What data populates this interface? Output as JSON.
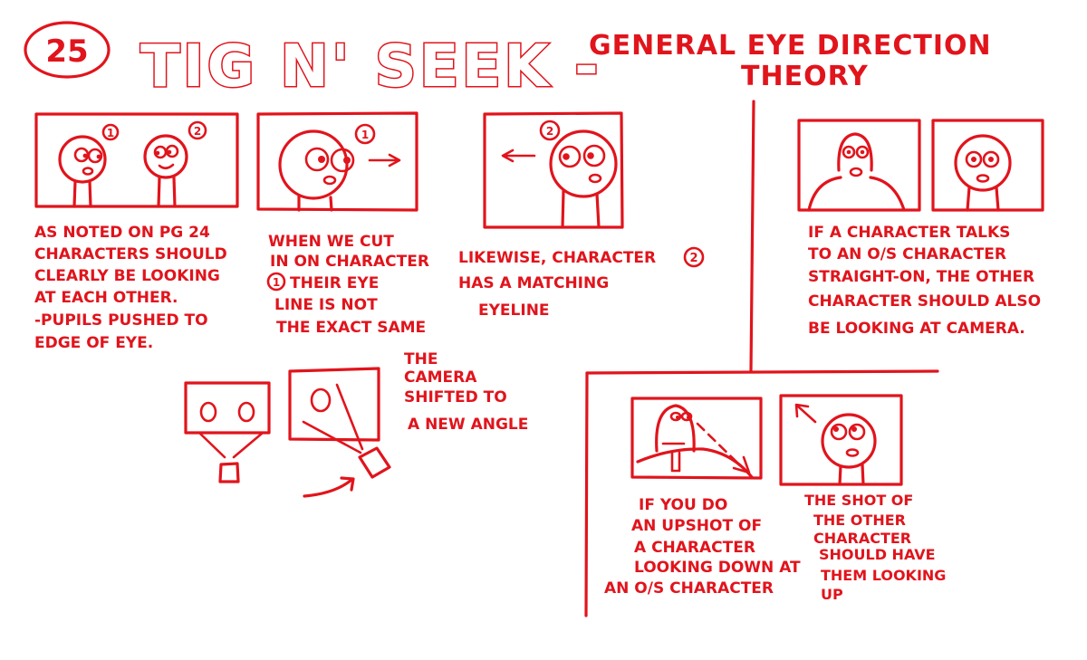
{
  "page": {
    "number": "25",
    "title": "TIG N' SEEK -",
    "subtitle_line1": "GENERAL EYE DIRECTION",
    "subtitle_line2": "THEORY",
    "ink_color": "#e1141c"
  },
  "panels": {
    "p1": {
      "marker_1": "1",
      "marker_2": "2",
      "caption": [
        "AS NOTED ON PG 24",
        "CHARACTERS SHOULD",
        "CLEARLY BE LOOKING",
        "AT EACH OTHER.",
        "-PUPILS PUSHED TO",
        "EDGE OF EYE."
      ]
    },
    "p2": {
      "marker": "1",
      "caption": [
        "WHEN WE CUT",
        "IN ON CHARACTER",
        "THEIR EYE",
        "LINE IS NOT",
        "THE EXACT SAME"
      ]
    },
    "p3": {
      "marker": "2",
      "caption": [
        "LIKEWISE, CHARACTER",
        "HAS A MATCHING",
        "EYELINE"
      ],
      "caption_marker": "2"
    },
    "p4": {
      "caption": [
        "IF A CHARACTER TALKS",
        "TO AN O/S CHARACTER",
        "STRAIGHT-ON, THE OTHER",
        "CHARACTER SHOULD ALSO",
        "BE LOOKING AT CAMERA."
      ]
    },
    "p5": {
      "caption": [
        "THE",
        "CAMERA",
        "SHIFTED TO",
        "A NEW ANGLE"
      ]
    },
    "p6": {
      "caption_left": [
        "IF YOU DO",
        "AN UPSHOT OF",
        "A CHARACTER",
        "LOOKING DOWN AT",
        "AN O/S CHARACTER"
      ],
      "caption_right": [
        "THE SHOT OF",
        "THE OTHER",
        "CHARACTER",
        "SHOULD HAVE",
        "THEM LOOKING",
        "UP"
      ]
    }
  }
}
